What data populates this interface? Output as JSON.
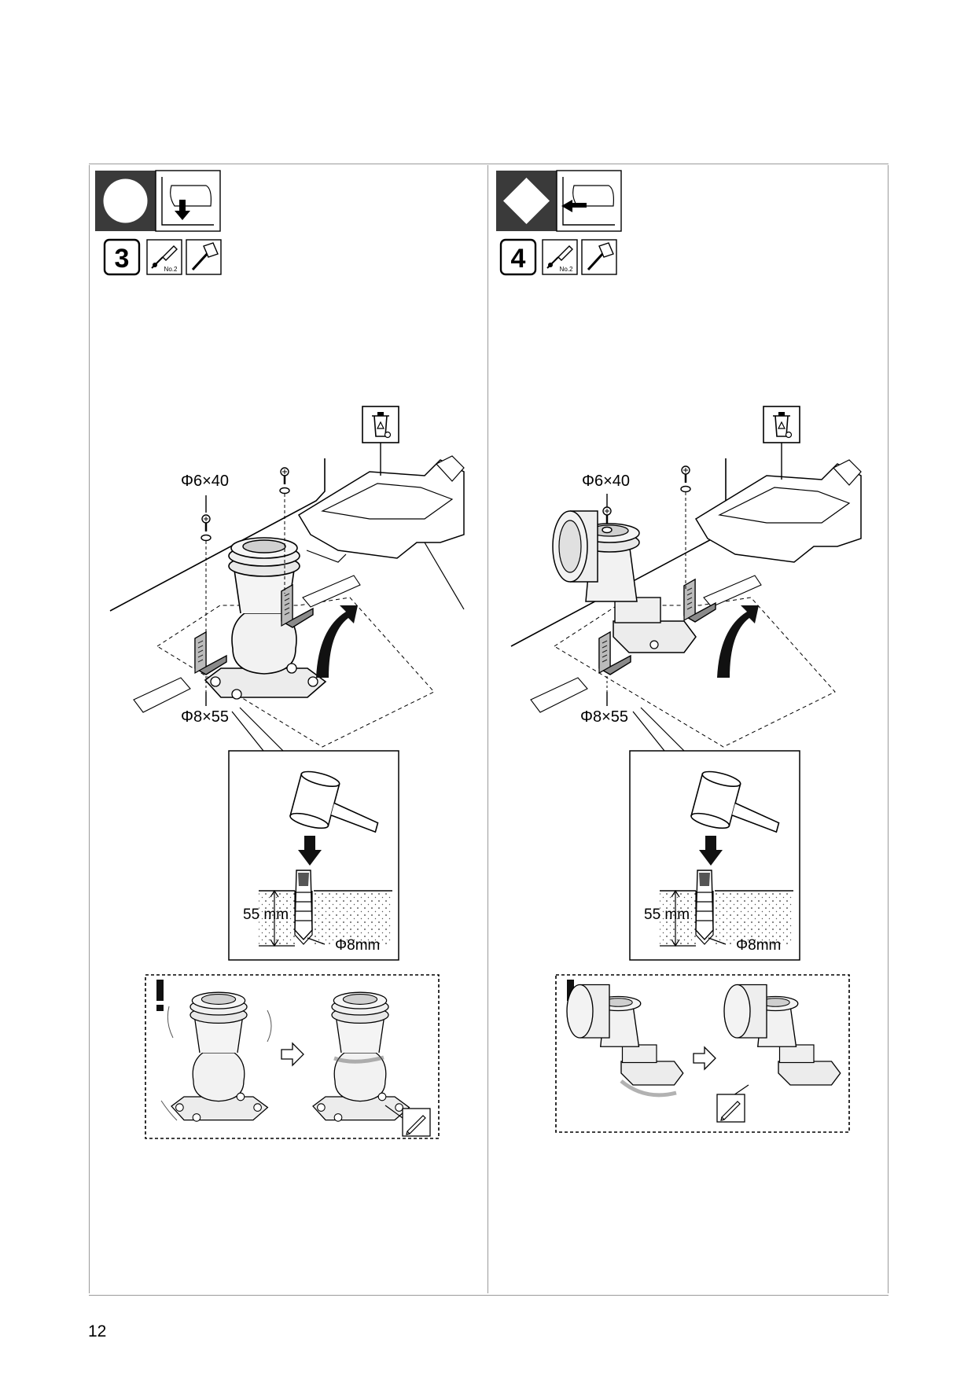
{
  "page": {
    "number": "12"
  },
  "colors": {
    "ink": "#000000",
    "panel_rule": "#9a9a9a",
    "symbol_dark": "#3a3a3a",
    "part_fill": "#e6e6e6",
    "part_shade": "#bdbdbd"
  },
  "steps": [
    {
      "id": "left",
      "shape": "circle",
      "direction": "floor-outlet-down-arrow-icon",
      "step_number": "3",
      "tools": [
        "screwdriver-icon",
        "hammer-icon"
      ],
      "screwdriver_label": "No.2",
      "labels": {
        "screw": "Φ6×40",
        "anchor": "Φ8×55",
        "depth": "55 mm",
        "drill": "Φ8mm"
      },
      "recycle": "recycle-bin-icon"
    },
    {
      "id": "right",
      "shape": "diamond",
      "direction": "wall-outlet-left-arrow-icon",
      "step_number": "4",
      "tools": [
        "screwdriver-icon",
        "hammer-icon"
      ],
      "screwdriver_label": "No.2",
      "labels": {
        "screw": "Φ6×40",
        "anchor": "Φ8×55",
        "depth": "55 mm",
        "drill": "Φ8mm"
      },
      "recycle": "recycle-bin-icon"
    }
  ]
}
